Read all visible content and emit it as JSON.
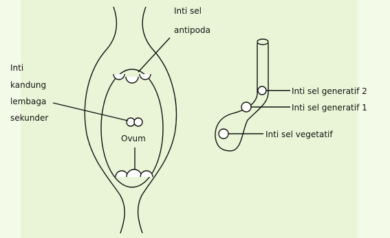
{
  "colors": {
    "background": "#e9f5d6",
    "line": "#111111",
    "fill": "#ffffff"
  },
  "labels": {
    "antipoda_1": "Inti sel",
    "antipoda_2": "antipoda",
    "sekunder_1": "Inti",
    "sekunder_2": "kandung",
    "sekunder_3": "lembaga",
    "sekunder_4": "sekunder",
    "ovum": "Ovum",
    "generatif_2": "Inti sel generatif 2",
    "generatif_1": "Inti sel generatif 1",
    "vegetatif": "Inti sel vegetatif"
  }
}
